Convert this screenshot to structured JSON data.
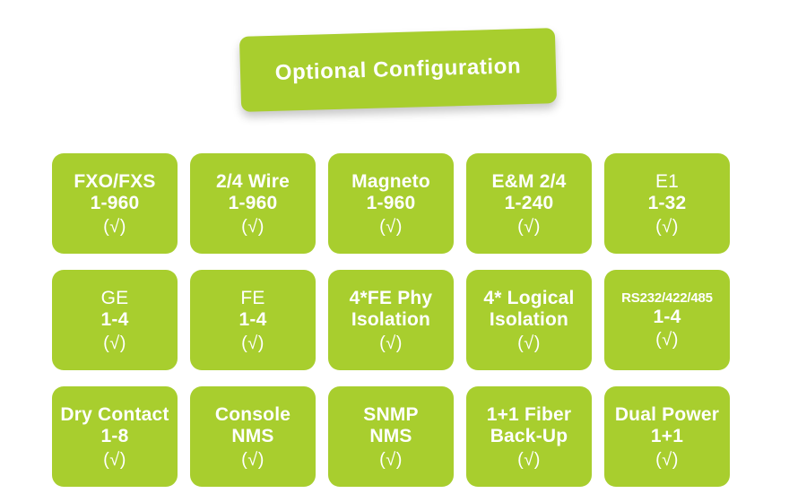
{
  "colors": {
    "green": "#a8ce2e",
    "text": "#ffffff",
    "background": "#ffffff"
  },
  "banner": {
    "title": "Optional Configuration"
  },
  "cards": [
    {
      "line1": "FXO/FXS",
      "line2": "1-960",
      "check": "(√)",
      "line1_weight": "bold",
      "line1_size": "normal"
    },
    {
      "line1": "2/4 Wire",
      "line2": "1-960",
      "check": "(√)",
      "line1_weight": "bold",
      "line1_size": "normal"
    },
    {
      "line1": "Magneto",
      "line2": "1-960",
      "check": "(√)",
      "line1_weight": "bold",
      "line1_size": "normal"
    },
    {
      "line1": "E&M 2/4",
      "line2": "1-240",
      "check": "(√)",
      "line1_weight": "bold",
      "line1_size": "normal"
    },
    {
      "line1": "E1",
      "line2": "1-32",
      "check": "(√)",
      "line1_weight": "light",
      "line1_size": "normal"
    },
    {
      "line1": "GE",
      "line2": "1-4",
      "check": "(√)",
      "line1_weight": "light",
      "line1_size": "normal"
    },
    {
      "line1": "FE",
      "line2": "1-4",
      "check": "(√)",
      "line1_weight": "light",
      "line1_size": "normal"
    },
    {
      "line1": "4*FE Phy",
      "line2": "Isolation",
      "check": "(√)",
      "line1_weight": "bold",
      "line1_size": "normal"
    },
    {
      "line1": "4* Logical",
      "line2": "Isolation",
      "check": "(√)",
      "line1_weight": "bold",
      "line1_size": "normal"
    },
    {
      "line1": "RS232/422/485",
      "line2": "1-4",
      "check": "(√)",
      "line1_weight": "bold",
      "line1_size": "small"
    },
    {
      "line1": "Dry Contact",
      "line2": "1-8",
      "check": "(√)",
      "line1_weight": "bold",
      "line1_size": "normal"
    },
    {
      "line1": "Console",
      "line2": "NMS",
      "check": "(√)",
      "line1_weight": "bold",
      "line1_size": "normal"
    },
    {
      "line1": "SNMP",
      "line2": "NMS",
      "check": "(√)",
      "line1_weight": "bold",
      "line1_size": "normal"
    },
    {
      "line1": "1+1 Fiber",
      "line2": "Back-Up",
      "check": "(√)",
      "line1_weight": "bold",
      "line1_size": "normal"
    },
    {
      "line1": "Dual Power",
      "line2": "1+1",
      "check": "(√)",
      "line1_weight": "bold",
      "line1_size": "normal"
    }
  ]
}
